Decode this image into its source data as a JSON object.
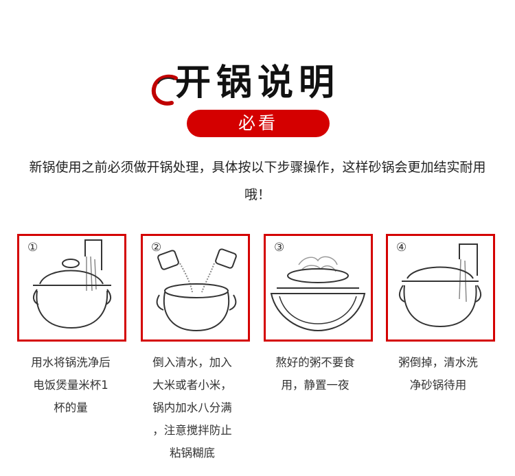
{
  "header": {
    "title": "开锅说明",
    "badge": "必看"
  },
  "intro": "新锅使用之前必须做开锅处理，具体按以下步骤操作，这样砂锅会更加结实耐用哦！",
  "steps": [
    {
      "number": "①",
      "caption": "用水将锅洗净后\n电饭煲量米杯1\n杯的量"
    },
    {
      "number": "②",
      "caption": "倒入清水，加入\n大米或者小米，\n锅内加水八分满\n，注意搅拌防止\n粘锅糊底"
    },
    {
      "number": "③",
      "caption": "熬好的粥不要食\n用，静置一夜"
    },
    {
      "number": "④",
      "caption": "粥倒掉，清水洗\n净砂锅待用"
    }
  ],
  "colors": {
    "accent": "#d40000"
  }
}
